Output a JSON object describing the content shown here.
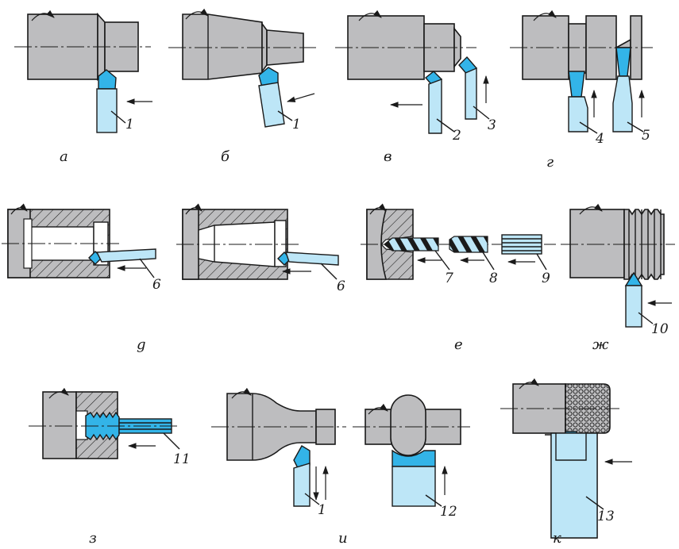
{
  "captions": {
    "a": "а",
    "b": "б",
    "v": "в",
    "g": "г",
    "d": "g",
    "e": "е",
    "zh": "ж",
    "z": "з",
    "i": "и",
    "k": "к"
  },
  "tool_labels": {
    "t1a": "1",
    "t1b": "1",
    "t2": "2",
    "t3": "3",
    "t4": "4",
    "t5": "5",
    "t6a": "6",
    "t6b": "6",
    "t7": "7",
    "t8": "8",
    "t9": "9",
    "t10": "10",
    "t11": "11",
    "t1i": "1",
    "t12": "12",
    "t13": "13"
  },
  "colors": {
    "workpiece": "#bdbdbf",
    "tool_body": "#bde6f7",
    "tool_tip": "#33b4e8"
  }
}
